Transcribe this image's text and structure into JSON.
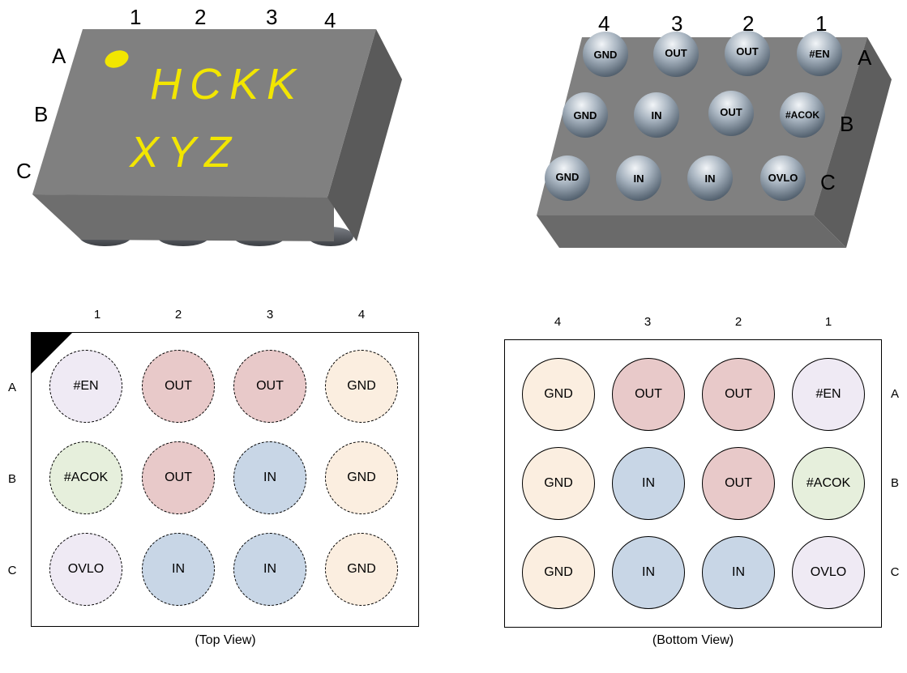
{
  "package_top_3d": {
    "col_labels": [
      "1",
      "2",
      "3",
      "4"
    ],
    "row_labels": [
      "A",
      "B",
      "C"
    ],
    "marking_line1": "HCKK",
    "marking_line2": "XYZ",
    "marking_color": "#f2e600"
  },
  "package_bottom_3d": {
    "col_labels": [
      "4",
      "3",
      "2",
      "1"
    ],
    "row_labels": [
      "A",
      "B",
      "C"
    ],
    "balls": [
      [
        "GND",
        "OUT",
        "OUT",
        "#EN"
      ],
      [
        "GND",
        "IN",
        "OUT",
        "#ACOK"
      ],
      [
        "GND",
        "IN",
        "IN",
        "OVLO"
      ]
    ]
  },
  "top_view": {
    "caption": "(Top View)",
    "col_labels": [
      "1",
      "2",
      "3",
      "4"
    ],
    "row_labels": [
      "A",
      "B",
      "C"
    ],
    "rows": [
      [
        "#EN",
        "OUT",
        "OUT",
        "GND"
      ],
      [
        "#ACOK",
        "OUT",
        "IN",
        "GND"
      ],
      [
        "OVLO",
        "IN",
        "IN",
        "GND"
      ]
    ]
  },
  "bottom_view": {
    "caption": "(Bottom View)",
    "col_labels": [
      "4",
      "3",
      "2",
      "1"
    ],
    "row_labels": [
      "A",
      "B",
      "C"
    ],
    "rows": [
      [
        "GND",
        "OUT",
        "OUT",
        "#EN"
      ],
      [
        "GND",
        "IN",
        "OUT",
        "#ACOK"
      ],
      [
        "GND",
        "IN",
        "IN",
        "OVLO"
      ]
    ]
  },
  "pin_colors": {
    "#EN": "#efeaf4",
    "OUT": "#e8c9c9",
    "GND": "#fbeee0",
    "#ACOK": "#e6efdc",
    "IN": "#c8d6e6",
    "OVLO": "#efeaf4"
  }
}
